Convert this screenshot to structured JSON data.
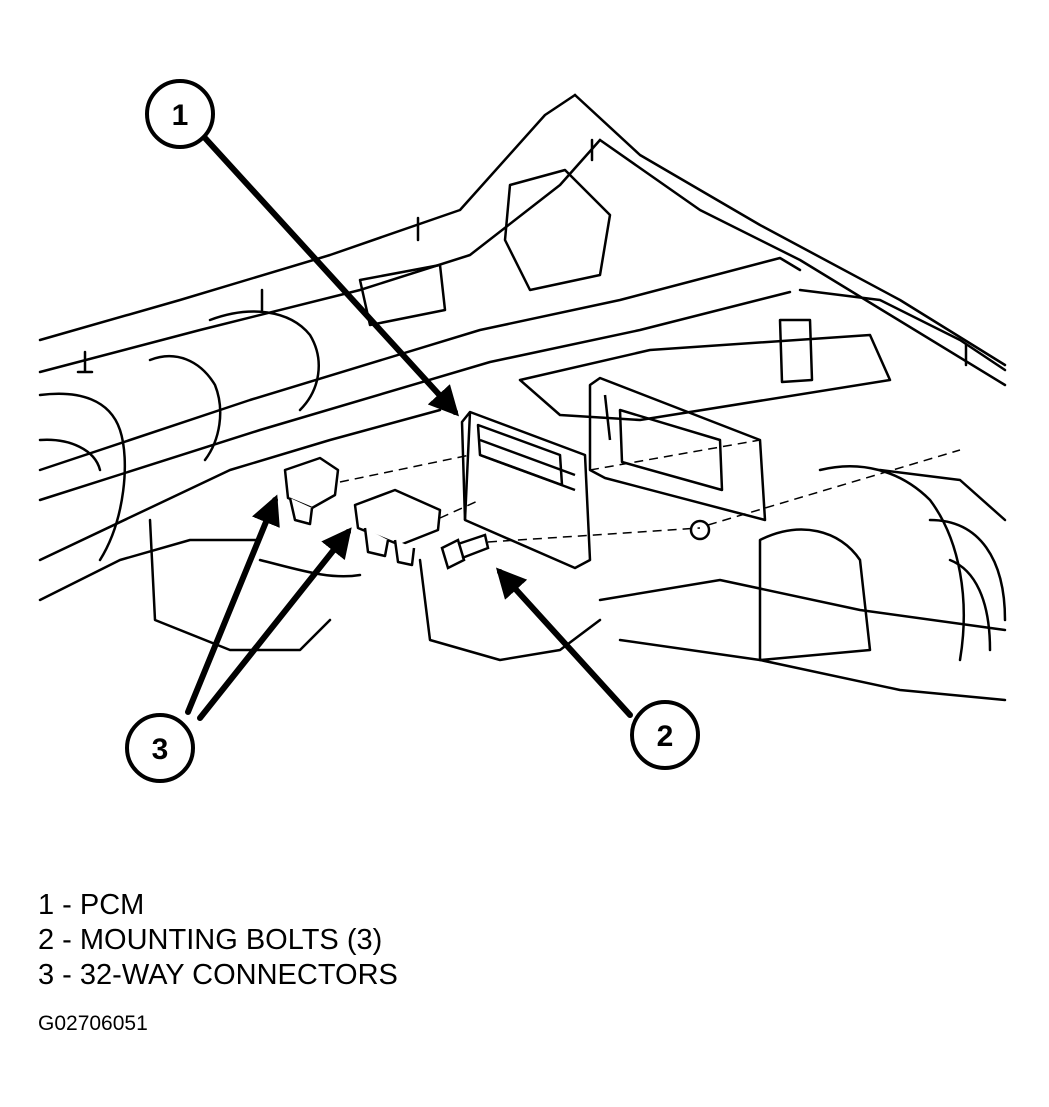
{
  "callouts": [
    {
      "number": "1"
    },
    {
      "number": "2"
    },
    {
      "number": "3"
    }
  ],
  "legend": [
    {
      "text": "1 - PCM"
    },
    {
      "text": "2 - MOUNTING BOLTS (3)"
    },
    {
      "text": "3 - 32-WAY CONNECTORS"
    }
  ],
  "figure_id": "G02706051"
}
